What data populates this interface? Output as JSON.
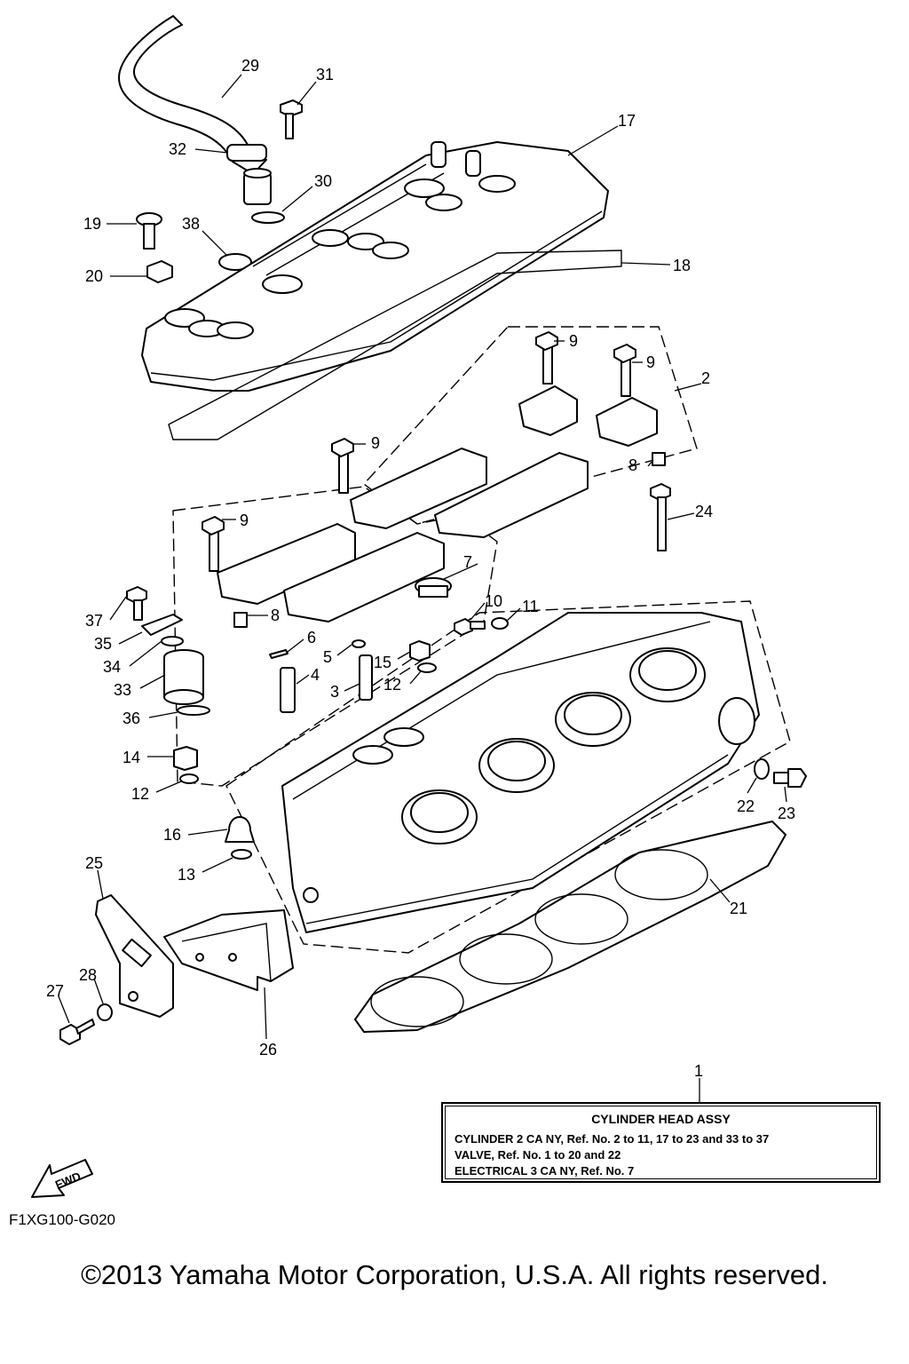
{
  "diagram": {
    "ref_numbers": [
      "29",
      "31",
      "17",
      "32",
      "30",
      "19",
      "38",
      "18",
      "20",
      "9",
      "9",
      "2",
      "9",
      "8",
      "9",
      "24",
      "7",
      "10",
      "11",
      "37",
      "8",
      "35",
      "6",
      "5",
      "15",
      "34",
      "4",
      "12",
      "33",
      "3",
      "36",
      "14",
      "12",
      "16",
      "22",
      "23",
      "13",
      "25",
      "21",
      "28",
      "27",
      "26",
      "1"
    ],
    "fwd_label": "FWD",
    "drawing_code": "F1XG100-G020"
  },
  "info_box": {
    "title": "CYLINDER HEAD ASSY",
    "lines": [
      "CYLINDER 2 CA NY, Ref. No. 2 to 11, 17 to 23 and 33 to 37",
      "VALVE, Ref. No. 1 to 20 and 22",
      "ELECTRICAL 3 CA NY, Ref. No. 7"
    ]
  },
  "footer": {
    "copyright": "©2013 Yamaha Motor Corporation, U.S.A. All rights reserved."
  }
}
